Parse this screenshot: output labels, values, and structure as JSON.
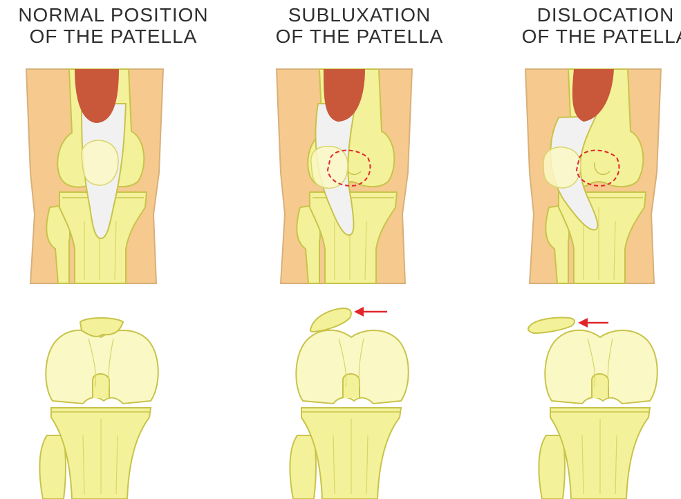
{
  "panels": [
    {
      "title_line1": "NORMAL POSITION",
      "title_line2": "OF THE PATELLA"
    },
    {
      "title_line1": "SUBLUXATION",
      "title_line2": "OF THE PATELLA"
    },
    {
      "title_line1": "DISLOCATION",
      "title_line2": "OF THE PATELLA"
    }
  ],
  "colors": {
    "skin": "#F6C98E",
    "bone": "#F3F29A",
    "bone_light": "#FAF8C4",
    "outline": "#C8C34A",
    "muscle": "#C9573A",
    "tendon": "#F1F1F1",
    "arrow": "#E1262B",
    "text": "#2E2E2E"
  },
  "icons": [
    "knee-front-view",
    "knee-axial-view",
    "red-arrow-icon"
  ]
}
